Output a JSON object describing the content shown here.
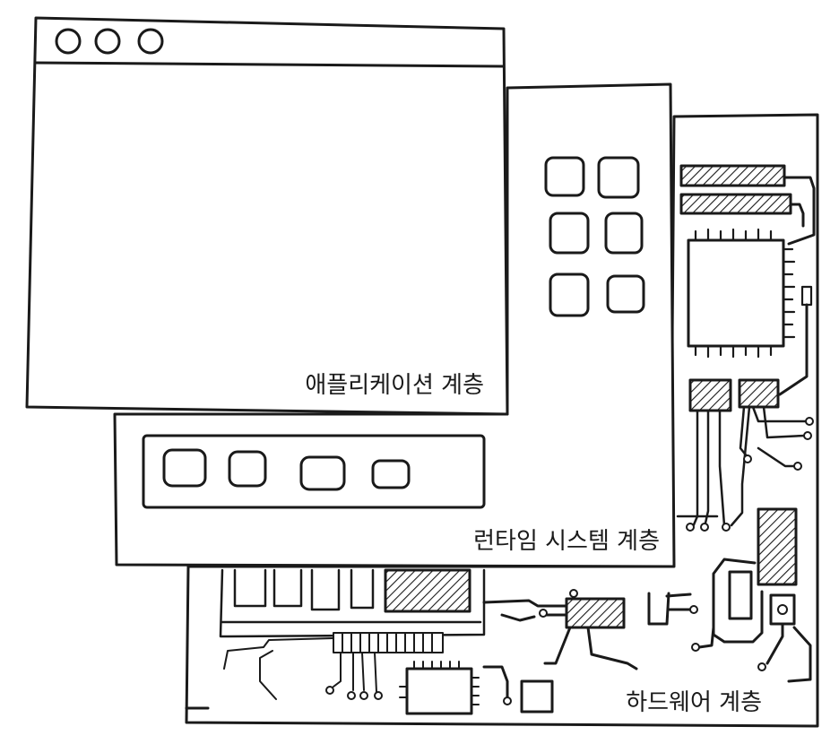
{
  "layers": {
    "application": {
      "label": "애플리케이션 계층"
    },
    "runtime": {
      "label": "런타임 시스템 계층"
    },
    "hardware": {
      "label": "하드웨어 계층"
    }
  },
  "colors": {
    "ink": "#1a1a1a",
    "paper": "#ffffff"
  },
  "icons": {
    "window_controls": "circle-icon",
    "runtime_tiles": "rounded-square-icon",
    "chips": "microchip-icon"
  }
}
